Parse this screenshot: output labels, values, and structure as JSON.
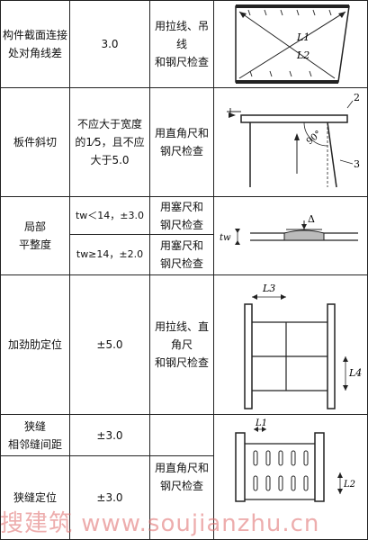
{
  "rows": [
    {
      "item": "构件截面连接\n处对角线差",
      "allowance": "3.0",
      "method": "用拉线、吊线\n和钢尺检查"
    },
    {
      "item": "板件斜切",
      "allowance": "不应大于宽度\n的1⁄5，且不应\n大于5.0",
      "method": "用直角尺和\n钢尺检查"
    },
    {
      "item": "局部\n平整度",
      "allowance_a": "tw＜14，±3.0",
      "method_a": "用塞尺和\n钢尺检查",
      "allowance_b": "tw≥14，±2.0",
      "method_b": "用塞尺和\n钢尺检查"
    },
    {
      "item": "加劲肋定位",
      "allowance": "±5.0",
      "method": "用拉线、直角尺\n和钢尺检查"
    },
    {
      "item": "狭缝\n相邻缝间距",
      "allowance": "±3.0"
    },
    {
      "item": "狭缝定位",
      "allowance": "±3.0",
      "method": "用直角尺和\n钢尺检查"
    }
  ],
  "diagram_labels": {
    "d1_l1": "L1",
    "d1_l2": "L2",
    "d2_n2": "2",
    "d2_n3": "3",
    "d2_angle": "90°",
    "d3_delta": "Δ",
    "d3_tw": "tw",
    "d4_l3": "L3",
    "d4_l4": "L4",
    "d5_l1": "L1",
    "d5_l2": "L2"
  },
  "watermark": "搜建筑 www.soujianzhu.cn"
}
